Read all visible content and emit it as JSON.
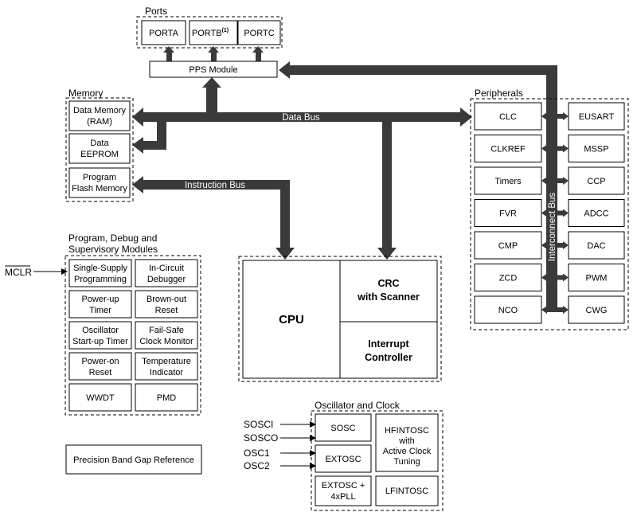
{
  "ports": {
    "title": "Ports",
    "porta": "PORTA",
    "portb": "PORTB",
    "portb_note": "(1)",
    "portc": "PORTC",
    "pps": "PPS Module"
  },
  "memory": {
    "title": "Memory",
    "ram_l1": "Data Memory",
    "ram_l2": "(RAM)",
    "eeprom_l1": "Data",
    "eeprom_l2": "EEPROM",
    "flash_l1": "Program",
    "flash_l2": "Flash Memory"
  },
  "buses": {
    "data": "Data Bus",
    "instruction": "Instruction Bus",
    "interconnect": "Interconnect Bus"
  },
  "peripherals": {
    "title": "Peripherals",
    "left": [
      "CLC",
      "CLKREF",
      "Timers",
      "FVR",
      "CMP",
      "ZCD",
      "NCO"
    ],
    "right": [
      "EUSART",
      "MSSP",
      "CCP",
      "ADCC",
      "DAC",
      "PWM",
      "CWG"
    ]
  },
  "core": {
    "cpu": "CPU",
    "crc_l1": "CRC",
    "crc_l2": "with Scanner",
    "int_l1": "Interrupt",
    "int_l2": "Controller"
  },
  "debug": {
    "title_l1": "Program, Debug and",
    "title_l2": "Supervisory Modules",
    "mclr": "MCLR",
    "cells": [
      [
        "Single-Supply",
        "Programming"
      ],
      [
        "In-Circuit",
        "Debugger"
      ],
      [
        "Power-up",
        "Timer"
      ],
      [
        "Brown-out",
        "Reset"
      ],
      [
        "Oscillator",
        "Start-up Timer"
      ],
      [
        "Fail-Safe",
        "Clock Monitor"
      ],
      [
        "Power-on",
        "Reset"
      ],
      [
        "Temperature",
        "Indicator"
      ],
      [
        "WWDT",
        ""
      ],
      [
        "PMD",
        ""
      ]
    ]
  },
  "bandgap": "Precision Band Gap Reference",
  "oscillator": {
    "title": "Oscillator and Clock",
    "inputs": [
      "SOSCI",
      "SOSCO",
      "OSC1",
      "OSC2"
    ],
    "sosc": "SOSC",
    "extosc": "EXTOSC",
    "pll_l1": "EXTOSC +",
    "pll_l2": "4xPLL",
    "hf_l1": "HFINTOSC",
    "hf_l2": "with",
    "hf_l3": "Active Clock",
    "hf_l4": "Tuning",
    "lf": "LFINTOSC"
  }
}
